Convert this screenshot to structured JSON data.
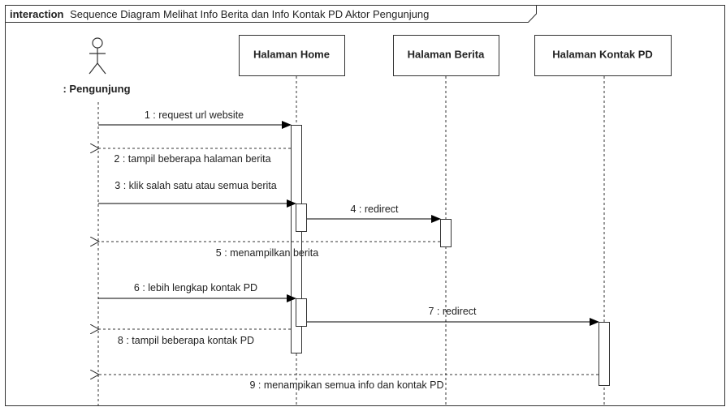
{
  "frame": {
    "keyword": "interaction",
    "title": "Sequence Diagram Melihat Info Berita dan Info Kontak PD Aktor Pengunjung"
  },
  "actor": {
    "name": ": Pengunjung"
  },
  "lifelines": [
    {
      "id": "home",
      "label": "Halaman Home"
    },
    {
      "id": "berita",
      "label": "Halaman Berita"
    },
    {
      "id": "kontak",
      "label": "Halaman Kontak PD"
    }
  ],
  "messages": [
    {
      "label": "1 : request url website",
      "kind": "sync"
    },
    {
      "label": "2 : tampil beberapa halaman berita",
      "kind": "return"
    },
    {
      "label": "3 : klik salah satu atau semua berita",
      "kind": "sync"
    },
    {
      "label": "4 : redirect",
      "kind": "sync"
    },
    {
      "label": "5 : menampilkan berita",
      "kind": "return"
    },
    {
      "label": "6 : lebih lengkap kontak PD",
      "kind": "sync"
    },
    {
      "label": "7 : redirect",
      "kind": "sync"
    },
    {
      "label": "8 : tampil beberapa kontak PD",
      "kind": "return"
    },
    {
      "label": "9 : menampikan semua info dan kontak PD",
      "kind": "return"
    }
  ]
}
